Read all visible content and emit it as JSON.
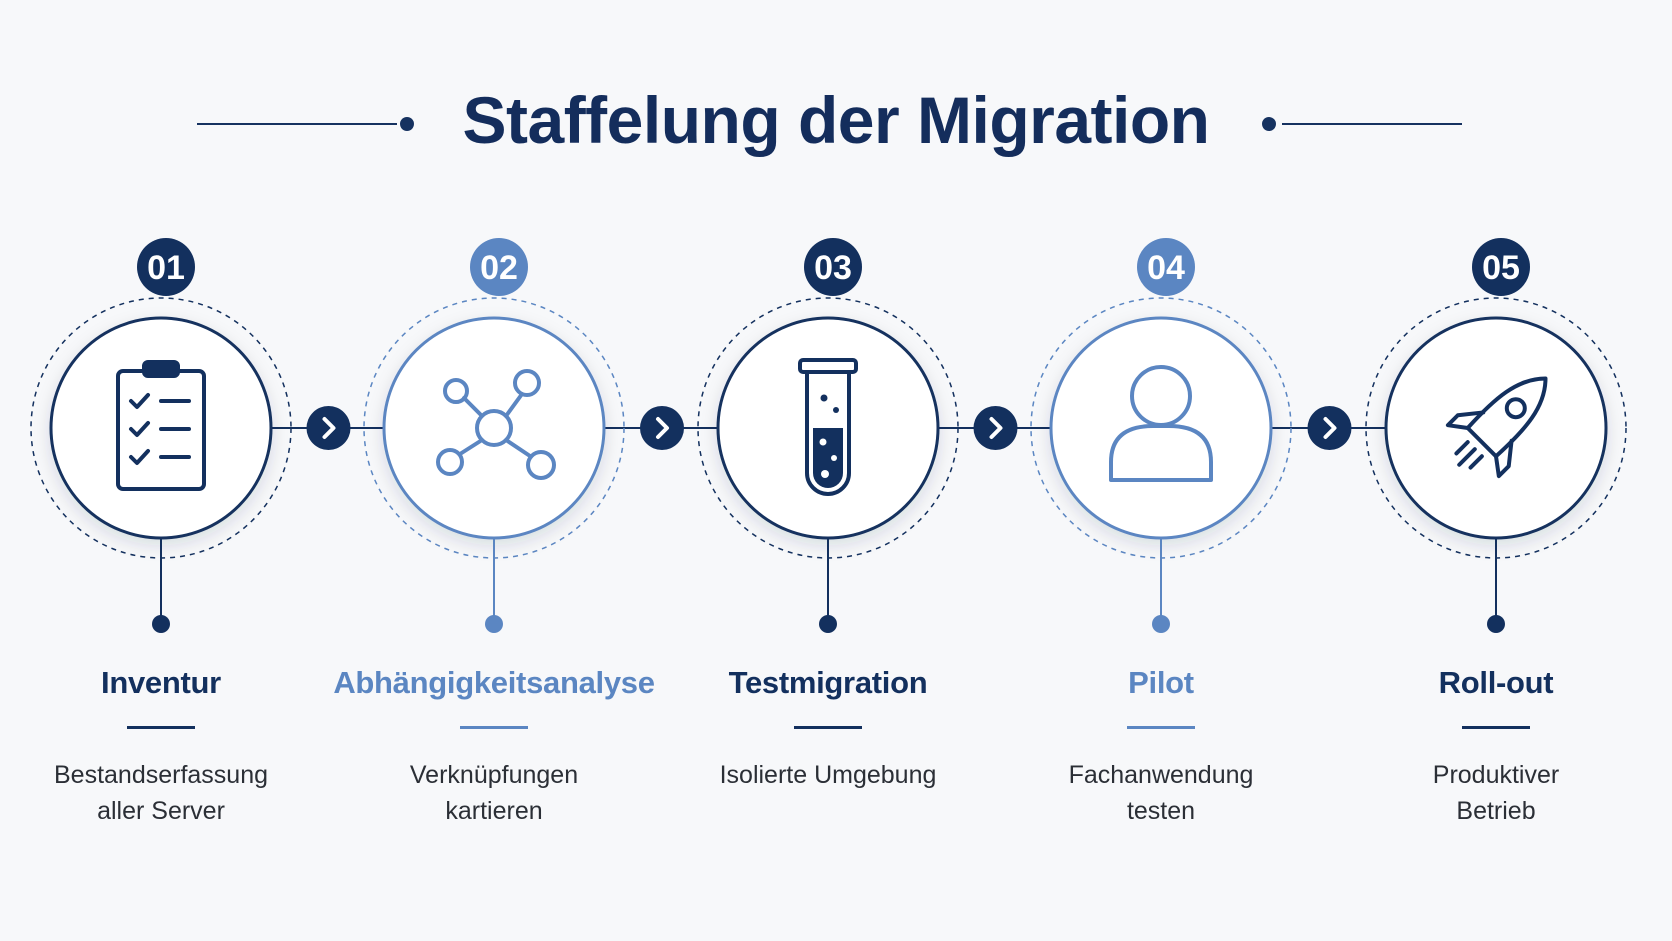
{
  "title": "Staffelung der Migration",
  "colors": {
    "dark": "#13305e",
    "light": "#5b86c2",
    "text": "#2b2f36",
    "background": "#f7f8fa"
  },
  "steps": [
    {
      "number": "01",
      "title": "Inventur",
      "description_lines": [
        "Bestandserfassung",
        "aller Server"
      ],
      "icon": "clipboard-checklist-icon",
      "accent": "dark"
    },
    {
      "number": "02",
      "title": "Abhängigkeitsanalyse",
      "description_lines": [
        "Verknüpfungen",
        "kartieren"
      ],
      "icon": "network-nodes-icon",
      "accent": "light"
    },
    {
      "number": "03",
      "title": "Testmigration",
      "description_lines": [
        "Isolierte Umgebung"
      ],
      "icon": "test-tube-icon",
      "accent": "dark"
    },
    {
      "number": "04",
      "title": "Pilot",
      "description_lines": [
        "Fachanwendung",
        "testen"
      ],
      "icon": "user-icon",
      "accent": "light"
    },
    {
      "number": "05",
      "title": "Roll-out",
      "description_lines": [
        "Produktiver",
        "Betrieb"
      ],
      "icon": "rocket-icon",
      "accent": "dark"
    }
  ],
  "connectors": {
    "icon": "chevron-right-icon",
    "count": 4
  }
}
